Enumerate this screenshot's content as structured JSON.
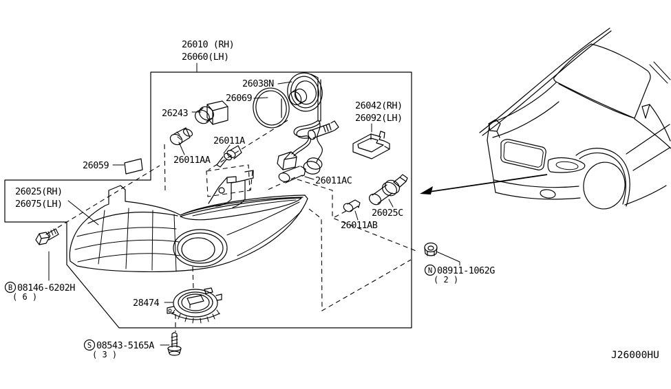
{
  "diagram": {
    "code": "J26000HU",
    "colors": {
      "ink": "#000000",
      "background": "#ffffff"
    },
    "labels": {
      "assembly_rh": "26010 (RH)",
      "assembly_lh": "26060(LH)",
      "harness": "26038N",
      "gasket_ring": "26069",
      "socket_26243": "26243",
      "bulb_26011a": "26011A",
      "bulb_26011aa": "26011AA",
      "cap_rh": "26042(RH)",
      "cap_lh": "26092(LH)",
      "sticker": "26059",
      "lens_rh": "26025(RH)",
      "lens_lh": "26075(LH)",
      "bulb_26011ac": "26011AC",
      "bulb_26011ab": "26011AB",
      "socket_26025c": "26025C",
      "ballast": "28474"
    },
    "fasteners": {
      "bolt": {
        "prefix": "B",
        "part_no": "08146-6202H",
        "qty": "( 6 )"
      },
      "screw": {
        "prefix": "S",
        "part_no": "08543-5165A",
        "qty": "( 3 )"
      },
      "nut": {
        "prefix": "N",
        "part_no": "08911-1062G",
        "qty": "( 2 )"
      }
    }
  }
}
